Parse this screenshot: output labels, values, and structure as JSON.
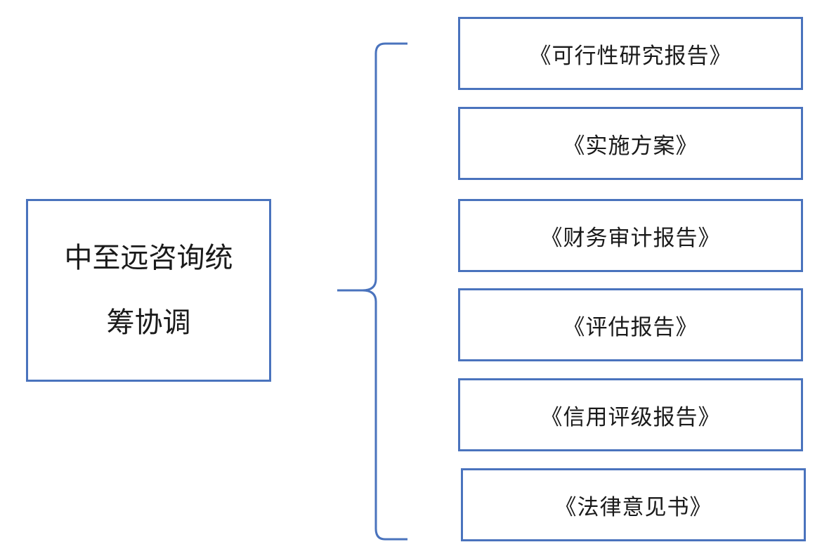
{
  "source": {
    "line1": "中至远咨询统",
    "line2": "筹协调"
  },
  "documents": [
    "《可行性研究报告》",
    "《实施方案》",
    "《财务审计报告》",
    "《评估报告》",
    "《信用评级报告》",
    "《法律意见书》"
  ],
  "colors": {
    "border": "#4a73bd",
    "text": "#1a1a1a",
    "background": "#ffffff"
  }
}
